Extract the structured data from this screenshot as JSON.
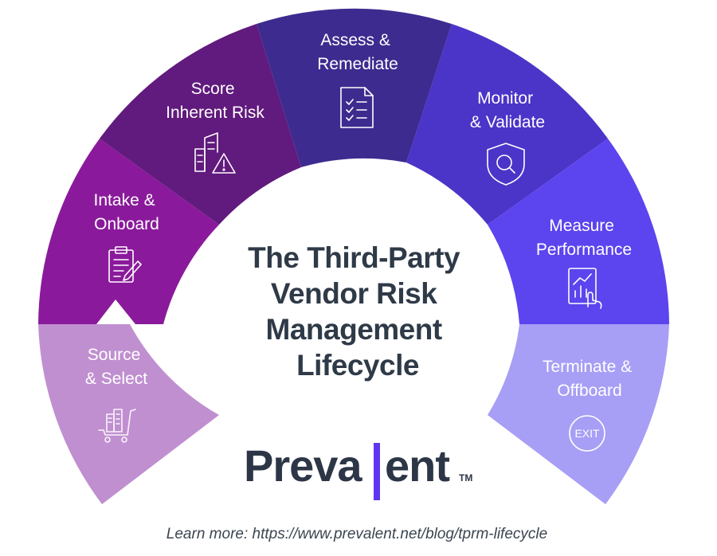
{
  "colors": {
    "source_select": "#c08fd0",
    "intake_onboard": "#8a1a9b",
    "score_inherent_risk": "#611a7d",
    "assess_remediate": "#3e2b8f",
    "monitor_validate": "#4b34c8",
    "measure_performance": "#5c44ee",
    "terminate_offboard": "#a79ef6",
    "title_text": "#2f3a48",
    "logo_accent": "#5f36f0"
  },
  "segments": [
    {
      "key": "source_select",
      "lines": [
        "Source",
        "& Select"
      ],
      "icon": "shopping-cart-buildings-icon"
    },
    {
      "key": "intake_onboard",
      "lines": [
        "Intake &",
        "Onboard"
      ],
      "icon": "clipboard-pencil-icon"
    },
    {
      "key": "score_inherent_risk",
      "lines": [
        "Score",
        "Inherent Risk"
      ],
      "icon": "building-warning-icon"
    },
    {
      "key": "assess_remediate",
      "lines": [
        "Assess &",
        "Remediate"
      ],
      "icon": "checklist-icon"
    },
    {
      "key": "monitor_validate",
      "lines": [
        "Monitor",
        "& Validate"
      ],
      "icon": "shield-magnifier-icon"
    },
    {
      "key": "measure_performance",
      "lines": [
        "Measure",
        "Performance"
      ],
      "icon": "chart-touch-icon"
    },
    {
      "key": "terminate_offboard",
      "lines": [
        "Terminate &",
        "Offboard"
      ],
      "icon": "exit-sign-icon",
      "icon_text": "EXIT"
    }
  ],
  "center_title": {
    "lines": [
      "The Third-Party",
      "Vendor Risk",
      "Management",
      "Lifecycle"
    ]
  },
  "logo": {
    "left": "Preva",
    "right": "ent",
    "tm": "TM"
  },
  "footer": {
    "text": "Learn more: https://www.prevalent.net/blog/tprm-lifecycle"
  }
}
